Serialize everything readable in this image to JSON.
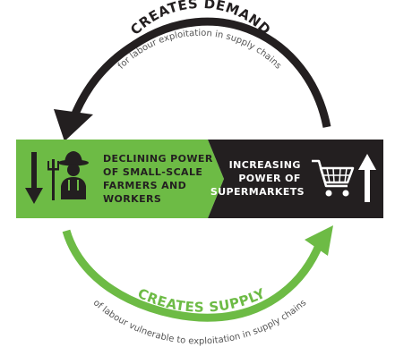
{
  "top": {
    "title": "CREATES DEMAND",
    "subtitle": "for labour exploitation in supply chains"
  },
  "bottom": {
    "title": "CREATES SUPPLY",
    "subtitle": "of labour vulnerable to exploitation in supply chains"
  },
  "left_box": {
    "lines": [
      "DECLINING POWER",
      "OF SMALL-SCALE",
      "FARMERS AND",
      "WORKERS"
    ],
    "icons": [
      "down-arrow-icon",
      "farmer-icon"
    ]
  },
  "right_box": {
    "lines": [
      "INCREASING",
      "POWER OF",
      "SUPERMARKETS"
    ],
    "icons": [
      "shopping-cart-icon",
      "up-arrow-icon"
    ]
  },
  "colors": {
    "green": "#6dbb45",
    "black": "#231f20",
    "text_gray": "#555555",
    "white": "#ffffff"
  }
}
